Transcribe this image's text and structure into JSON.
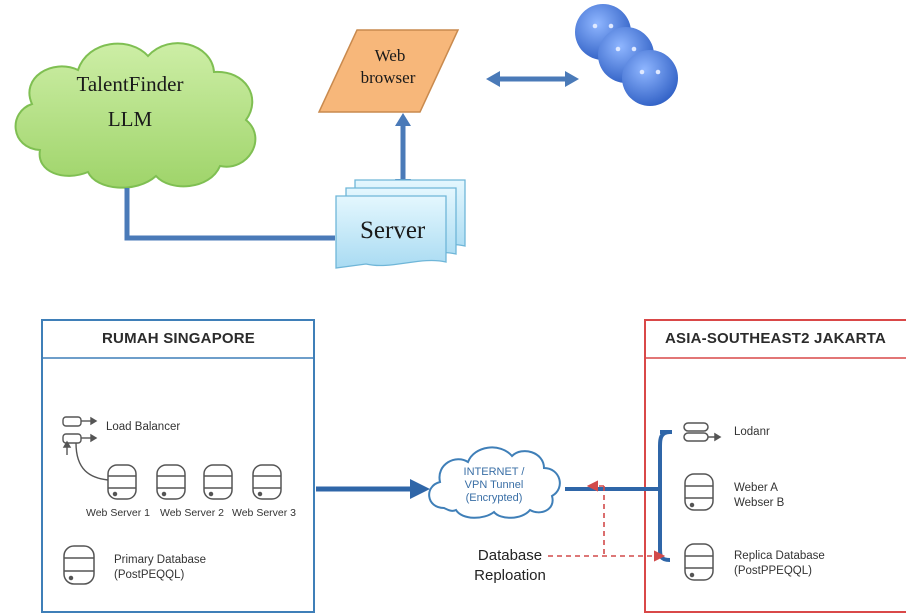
{
  "top": {
    "cloud_line1": "TalentFinder",
    "cloud_line2": "LLM",
    "browser_line1": "Web",
    "browser_line2": "browser",
    "server_label": "Server",
    "users_icon": "users-icon"
  },
  "left_panel": {
    "title": "RUMAH SINGAPORE",
    "load_balancer": "Load Balancer",
    "web_server_1": "Web Server 1",
    "web_server_2": "Web Server 2",
    "web_server_3": "Web Server 3",
    "primary_db_line1": "Primary Database",
    "primary_db_line2": "(PostPEQQL)"
  },
  "middle": {
    "internet_line1": "INTERNET /",
    "internet_line2": "VPN Tunnel",
    "internet_line3": "(Encrypted)",
    "replication_line1": "Database",
    "replication_line2": "Reploation"
  },
  "right_panel": {
    "title": "ASIA-SOUTHEAST2 JAKARTA",
    "load_balancer": "Lodanr",
    "weber_a": "Weber A",
    "weber_b": "Webser B",
    "replica_db_line1": "Replica Database",
    "replica_db_line2": "(PostPPEQQL)"
  },
  "colors": {
    "cloud_fill": "#b6e08a",
    "browser_fill": "#f7b77a",
    "server_fill": "#cfeefb",
    "connector": "#4a7ab8",
    "left_border": "#3f7fb8",
    "right_border": "#d94848",
    "user_blue": "#3d6fd1"
  }
}
